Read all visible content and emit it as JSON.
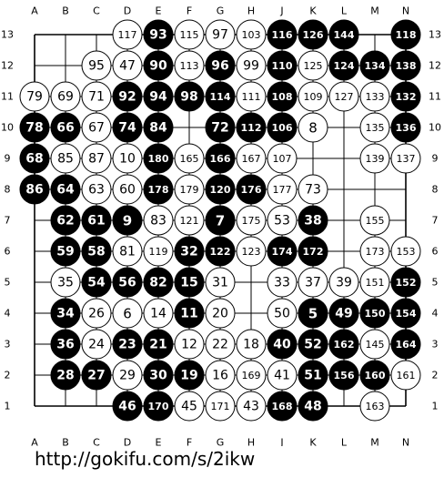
{
  "board": {
    "size": 13,
    "columns": [
      "A",
      "B",
      "C",
      "D",
      "E",
      "F",
      "G",
      "H",
      "J",
      "K",
      "L",
      "M",
      "N"
    ],
    "rows": [
      "13",
      "12",
      "11",
      "10",
      "9",
      "8",
      "7",
      "6",
      "5",
      "4",
      "3",
      "2",
      "1"
    ],
    "colors": {
      "black_stone": "#000000",
      "white_stone": "#ffffff",
      "line": "#000000",
      "background": "#ffffff"
    },
    "stones": [
      [
        "D13",
        "w",
        "117"
      ],
      [
        "E13",
        "b",
        "93"
      ],
      [
        "F13",
        "w",
        "115"
      ],
      [
        "G13",
        "w",
        "97"
      ],
      [
        "H13",
        "w",
        "103"
      ],
      [
        "J13",
        "b",
        "116"
      ],
      [
        "K13",
        "b",
        "126"
      ],
      [
        "L13",
        "b",
        "144"
      ],
      [
        "N13",
        "b",
        "118"
      ],
      [
        "C12",
        "w",
        "95"
      ],
      [
        "D12",
        "w",
        "47"
      ],
      [
        "E12",
        "b",
        "90"
      ],
      [
        "F12",
        "w",
        "113"
      ],
      [
        "G12",
        "b",
        "96"
      ],
      [
        "H12",
        "w",
        "99"
      ],
      [
        "J12",
        "b",
        "110"
      ],
      [
        "K12",
        "w",
        "125"
      ],
      [
        "L12",
        "b",
        "124"
      ],
      [
        "M12",
        "b",
        "134"
      ],
      [
        "N12",
        "b",
        "138"
      ],
      [
        "A11",
        "w",
        "79"
      ],
      [
        "B11",
        "w",
        "69"
      ],
      [
        "C11",
        "w",
        "71"
      ],
      [
        "D11",
        "b",
        "92"
      ],
      [
        "E11",
        "b",
        "94"
      ],
      [
        "F11",
        "b",
        "98"
      ],
      [
        "G11",
        "b",
        "114"
      ],
      [
        "H11",
        "w",
        "111"
      ],
      [
        "J11",
        "b",
        "108"
      ],
      [
        "K11",
        "w",
        "109"
      ],
      [
        "L11",
        "w",
        "127"
      ],
      [
        "M11",
        "w",
        "133"
      ],
      [
        "N11",
        "b",
        "132"
      ],
      [
        "A10",
        "b",
        "78"
      ],
      [
        "B10",
        "b",
        "66"
      ],
      [
        "C10",
        "w",
        "67"
      ],
      [
        "D10",
        "b",
        "74"
      ],
      [
        "E10",
        "b",
        "84"
      ],
      [
        "G10",
        "b",
        "72"
      ],
      [
        "H10",
        "b",
        "112"
      ],
      [
        "J10",
        "b",
        "106"
      ],
      [
        "K10",
        "w",
        "8"
      ],
      [
        "M10",
        "w",
        "135"
      ],
      [
        "N10",
        "b",
        "136"
      ],
      [
        "A9",
        "b",
        "68"
      ],
      [
        "B9",
        "w",
        "85"
      ],
      [
        "C9",
        "w",
        "87"
      ],
      [
        "D9",
        "w",
        "10"
      ],
      [
        "E9",
        "b",
        "180"
      ],
      [
        "F9",
        "w",
        "165"
      ],
      [
        "G9",
        "b",
        "166"
      ],
      [
        "H9",
        "w",
        "167"
      ],
      [
        "J9",
        "w",
        "107"
      ],
      [
        "M9",
        "w",
        "139"
      ],
      [
        "N9",
        "w",
        "137"
      ],
      [
        "A8",
        "b",
        "86"
      ],
      [
        "B8",
        "b",
        "64"
      ],
      [
        "C8",
        "w",
        "63"
      ],
      [
        "D8",
        "w",
        "60"
      ],
      [
        "E8",
        "b",
        "178"
      ],
      [
        "F8",
        "w",
        "179"
      ],
      [
        "G8",
        "b",
        "120"
      ],
      [
        "H8",
        "b",
        "176"
      ],
      [
        "J8",
        "w",
        "177"
      ],
      [
        "K8",
        "w",
        "73"
      ],
      [
        "B7",
        "b",
        "62"
      ],
      [
        "C7",
        "b",
        "61"
      ],
      [
        "D7",
        "b",
        "9"
      ],
      [
        "E7",
        "w",
        "83"
      ],
      [
        "F7",
        "w",
        "121"
      ],
      [
        "G7",
        "b",
        "7"
      ],
      [
        "H7",
        "w",
        "175"
      ],
      [
        "J7",
        "w",
        "53"
      ],
      [
        "K7",
        "b",
        "38"
      ],
      [
        "M7",
        "w",
        "155"
      ],
      [
        "B6",
        "b",
        "59"
      ],
      [
        "C6",
        "b",
        "58"
      ],
      [
        "D6",
        "w",
        "81"
      ],
      [
        "E6",
        "w",
        "119"
      ],
      [
        "F6",
        "b",
        "32"
      ],
      [
        "G6",
        "b",
        "122"
      ],
      [
        "H6",
        "w",
        "123"
      ],
      [
        "J6",
        "b",
        "174"
      ],
      [
        "K6",
        "b",
        "172"
      ],
      [
        "M6",
        "w",
        "173"
      ],
      [
        "N6",
        "w",
        "153"
      ],
      [
        "B5",
        "w",
        "35"
      ],
      [
        "C5",
        "b",
        "54"
      ],
      [
        "D5",
        "b",
        "56"
      ],
      [
        "E5",
        "b",
        "82"
      ],
      [
        "F5",
        "b",
        "15"
      ],
      [
        "G5",
        "w",
        "31"
      ],
      [
        "J5",
        "w",
        "33"
      ],
      [
        "K5",
        "w",
        "37"
      ],
      [
        "L5",
        "w",
        "39"
      ],
      [
        "M5",
        "w",
        "151"
      ],
      [
        "N5",
        "b",
        "152"
      ],
      [
        "B4",
        "b",
        "34"
      ],
      [
        "C4",
        "w",
        "26"
      ],
      [
        "D4",
        "w",
        "6"
      ],
      [
        "E4",
        "w",
        "14"
      ],
      [
        "F4",
        "b",
        "11"
      ],
      [
        "G4",
        "w",
        "20"
      ],
      [
        "J4",
        "w",
        "50"
      ],
      [
        "K4",
        "b",
        "5"
      ],
      [
        "L4",
        "b",
        "49"
      ],
      [
        "M4",
        "b",
        "150"
      ],
      [
        "N4",
        "b",
        "154"
      ],
      [
        "B3",
        "b",
        "36"
      ],
      [
        "C3",
        "w",
        "24"
      ],
      [
        "D3",
        "b",
        "23"
      ],
      [
        "E3",
        "b",
        "21"
      ],
      [
        "F3",
        "w",
        "12"
      ],
      [
        "G3",
        "w",
        "22"
      ],
      [
        "H3",
        "w",
        "18"
      ],
      [
        "J3",
        "b",
        "40"
      ],
      [
        "K3",
        "b",
        "52"
      ],
      [
        "L3",
        "b",
        "162"
      ],
      [
        "M3",
        "w",
        "145"
      ],
      [
        "N3",
        "b",
        "164"
      ],
      [
        "B2",
        "b",
        "28"
      ],
      [
        "C2",
        "b",
        "27"
      ],
      [
        "D2",
        "w",
        "29"
      ],
      [
        "E2",
        "b",
        "30"
      ],
      [
        "F2",
        "b",
        "19"
      ],
      [
        "G2",
        "w",
        "16"
      ],
      [
        "H2",
        "w",
        "169"
      ],
      [
        "J2",
        "w",
        "41"
      ],
      [
        "K2",
        "b",
        "51"
      ],
      [
        "L2",
        "b",
        "156"
      ],
      [
        "M2",
        "b",
        "160"
      ],
      [
        "N2",
        "w",
        "161"
      ],
      [
        "D1",
        "b",
        "46"
      ],
      [
        "E1",
        "b",
        "170"
      ],
      [
        "F1",
        "w",
        "45"
      ],
      [
        "G1",
        "w",
        "171"
      ],
      [
        "H1",
        "w",
        "43"
      ],
      [
        "J1",
        "b",
        "168"
      ],
      [
        "K1",
        "b",
        "48"
      ],
      [
        "M1",
        "w",
        "163"
      ]
    ]
  },
  "footer": {
    "url": "http://gokifu.com/s/2ikw"
  }
}
